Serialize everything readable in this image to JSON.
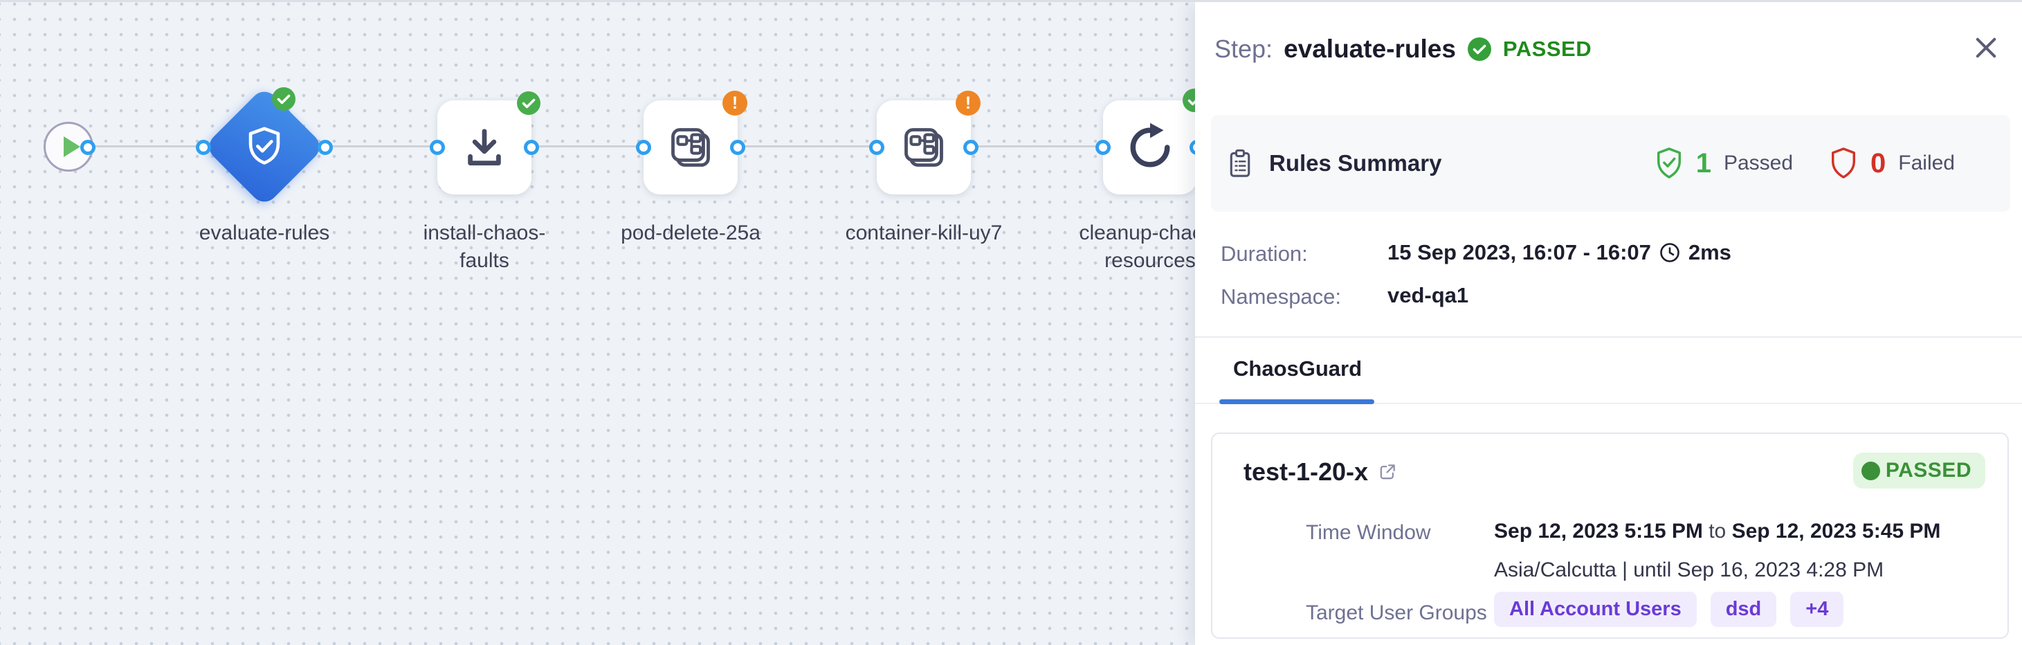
{
  "colors": {
    "accent_blue": "#2b66d9",
    "port_blue": "#2f9ff0",
    "success_green": "#3fae49",
    "warning_orange": "#ee8625",
    "fail_red": "#d23228",
    "purple": "#6a3bd6",
    "canvas_bg": "#eff3f8"
  },
  "icons": {
    "warning_glyph": "!"
  },
  "canvas": {
    "nodes": [
      {
        "id": "start",
        "label": "",
        "icon": "play",
        "status": "none"
      },
      {
        "id": "evaluate-rules",
        "label": "evaluate-rules",
        "icon": "shield-check",
        "status": "passed"
      },
      {
        "id": "install-chaos-faults",
        "label": "install-chaos-faults",
        "icon": "download",
        "status": "passed"
      },
      {
        "id": "pod-delete-25a",
        "label": "pod-delete-25a",
        "icon": "chaos-fault",
        "status": "warning"
      },
      {
        "id": "container-kill-uy7",
        "label": "container-kill-uy7",
        "icon": "chaos-fault",
        "status": "warning"
      },
      {
        "id": "cleanup-chaos-resources",
        "label": "cleanup-chaos-resources",
        "icon": "refresh",
        "status": "passed"
      }
    ]
  },
  "panel": {
    "header": {
      "prefix": "Step:",
      "title": "evaluate-rules",
      "status": "PASSED"
    },
    "rules_summary": {
      "title": "Rules Summary",
      "passed_count": "1",
      "passed_label": "Passed",
      "failed_count": "0",
      "failed_label": "Failed"
    },
    "details": {
      "duration_label": "Duration:",
      "duration_value": "15 Sep 2023, 16:07 - 16:07",
      "duration_ms": "2ms",
      "namespace_label": "Namespace:",
      "namespace_value": "ved-qa1"
    },
    "tabs": [
      {
        "label": "ChaosGuard",
        "active": true
      }
    ],
    "condition_card": {
      "title": "test-1-20-x",
      "status": "PASSED",
      "time_window_label": "Time Window",
      "time_window_start": "Sep 12, 2023 5:15 PM",
      "time_window_join": "to",
      "time_window_end": "Sep 12, 2023 5:45 PM",
      "timezone_line": "Asia/Calcutta | until Sep 16, 2023 4:28 PM",
      "target_label": "Target User Groups",
      "target_groups": [
        "All Account Users",
        "dsd",
        "+4"
      ]
    }
  }
}
